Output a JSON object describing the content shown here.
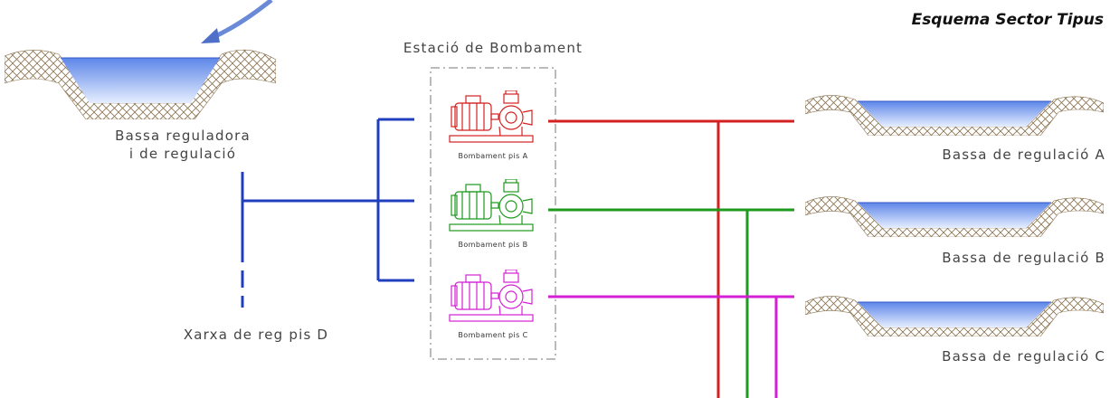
{
  "title": "Esquema Sector Tipus",
  "station": {
    "label": "Estació de Bombament",
    "pumps": [
      {
        "label": "Bombament pis A",
        "color": "#d42020"
      },
      {
        "label": "Bombament pis B",
        "color": "#1e9a1e"
      },
      {
        "label": "Bombament pis C",
        "color": "#d420d4"
      }
    ]
  },
  "main_reservoir": {
    "line1": "Bassa reguladora",
    "line2": "i de regulació"
  },
  "network_label": "Xarxa de reg pis D",
  "reservoirs": [
    {
      "label": "Bassa de regulació A"
    },
    {
      "label": "Bassa de regulació B"
    },
    {
      "label": "Bassa de regulació C"
    }
  ],
  "colors": {
    "supply_blue": "#1f3fbf",
    "water": "#4f78e0",
    "hatch": "#8a7350",
    "arrow": "#5b7fd0"
  }
}
